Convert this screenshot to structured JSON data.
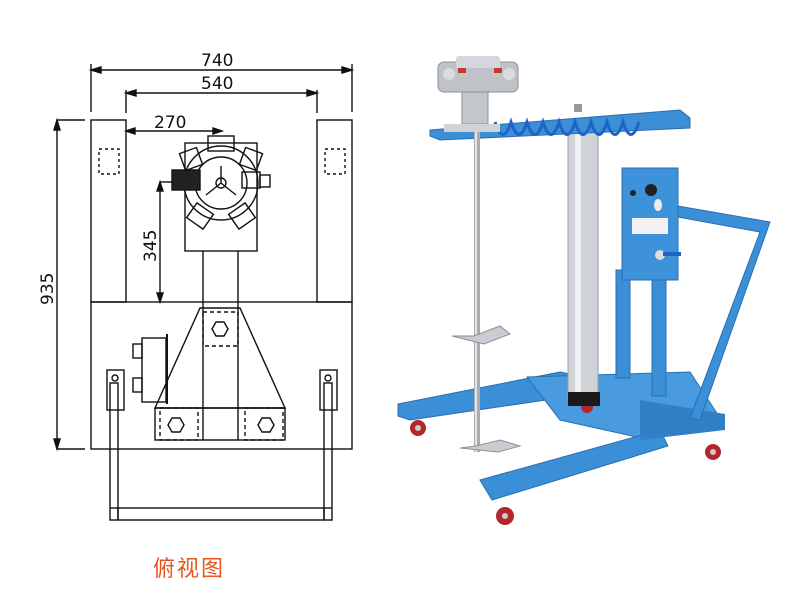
{
  "drawing": {
    "title": "俯视图",
    "dimensions": {
      "overall_width": "740",
      "inner_width": "540",
      "center_offset": "270",
      "motor_offset": "345",
      "overall_length": "935"
    }
  },
  "photo": {
    "subject": "pneumatic-mixer-on-lifting-stand",
    "colors": {
      "frame": "#3a8fd6",
      "frame_dark": "#2a6fb0",
      "column": "#c9ccd0",
      "motor": "#b9bdc2",
      "hose": "#1f63c7",
      "wheel": "#b3262b",
      "caption": "#e8551f"
    }
  }
}
